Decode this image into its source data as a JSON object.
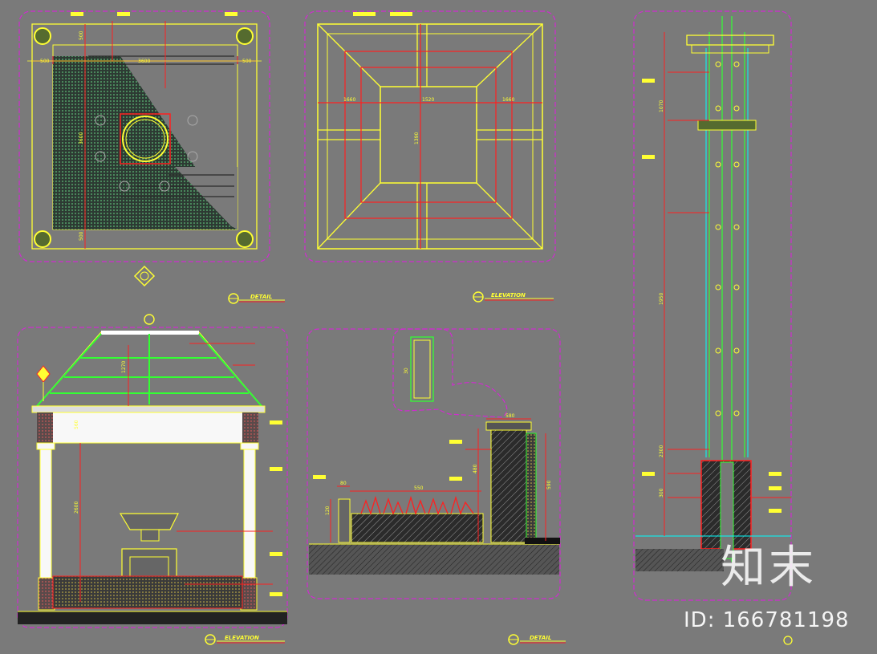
{
  "colors": {
    "background": "#7a7a7a",
    "frame": "#d12bd1",
    "yellow": "#ffff33",
    "red": "#ff2020",
    "green": "#33ff33",
    "cyan": "#00ffff",
    "white": "#ffffff",
    "hatch_dark": "#2a2a2a"
  },
  "plan": {
    "dims": {
      "left": "500",
      "middle": "3600",
      "right": "500",
      "vertical": "3600",
      "top_offset": "500",
      "bottom_offset": "500"
    }
  },
  "roof_plan": {
    "dims": {
      "left": "1660",
      "middle": "1520",
      "right": "1660",
      "vertical": "1390"
    }
  },
  "titles": {
    "t1": "DETAIL",
    "t2": "ELEVATION",
    "t3": "ELEVATION",
    "t4": "DETAIL"
  },
  "front_elevation": {
    "dims": {
      "roof": "1270",
      "beam": "560",
      "column": "2600"
    }
  },
  "planter_detail": {
    "dims": {
      "width": "550",
      "small": "80",
      "left": "120",
      "wall_top": "580",
      "wall_height": "480",
      "wall_side": "590",
      "inset_h": "30"
    }
  },
  "column_detail": {
    "dims": {
      "main": "1950",
      "upper": "1070",
      "lower": "300",
      "base": "2300"
    }
  },
  "watermark": {
    "brand": "知末",
    "id": "ID: 166781198"
  }
}
